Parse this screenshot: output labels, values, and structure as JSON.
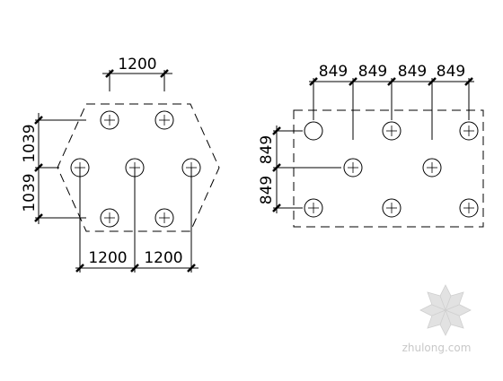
{
  "left_group": {
    "top_spacing": "1200",
    "left_spacing_upper": "1039",
    "left_spacing_lower": "1039",
    "bottom_spacing_left": "1200",
    "bottom_spacing_right": "1200"
  },
  "right_group": {
    "top_spacings": [
      "849",
      "849",
      "849",
      "849"
    ],
    "left_spacing_upper": "849",
    "left_spacing_lower": "849"
  },
  "watermark": {
    "text": "zhulong.com"
  }
}
